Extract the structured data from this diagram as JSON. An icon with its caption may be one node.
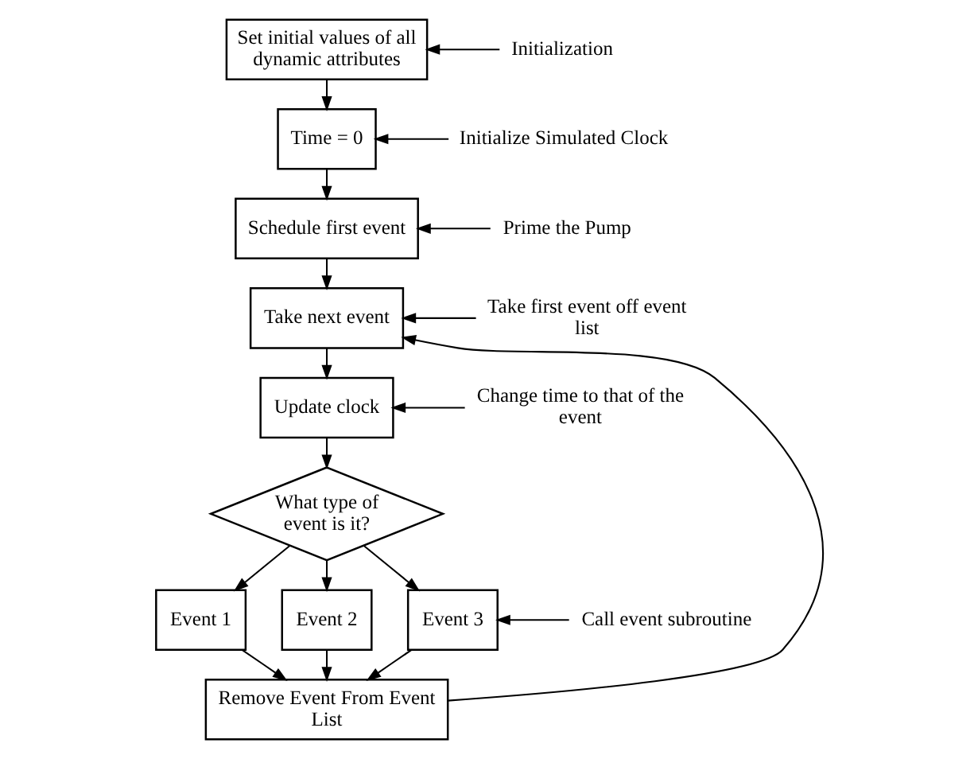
{
  "diagram": {
    "nodes": [
      {
        "text": [
          "Set initial values of all dynamic attributes"
        ]
      },
      {
        "text": [
          "Time = 0"
        ]
      },
      {
        "text": [
          "Schedule first event"
        ]
      },
      {
        "text": [
          "Take next event"
        ]
      },
      {
        "text": [
          "Update clock"
        ]
      },
      {
        "text": [
          "What type of event is it?"
        ]
      },
      {
        "text": [
          "Event 1"
        ]
      },
      {
        "text": [
          "Event 2"
        ]
      },
      {
        "text": [
          "Event 3"
        ]
      },
      {
        "text": [
          "Remove Event From Event List"
        ]
      },
      {
        "text": [
          "Initialization"
        ]
      },
      {
        "text": [
          "Initialize Simulated Clock"
        ]
      },
      {
        "text": [
          "Prime the Pump"
        ]
      },
      {
        "text": [
          "Take first event off event list"
        ]
      },
      {
        "text": [
          "Change time to that of the event"
        ]
      },
      {
        "text": [
          "Call event subroutine"
        ]
      }
    ],
    "edges": [
      {
        "from": 0,
        "to": 1,
        "arrow": "to"
      },
      {
        "from": 1,
        "to": 2,
        "arrow": "to"
      },
      {
        "from": 2,
        "to": 3,
        "arrow": "to"
      },
      {
        "from": 3,
        "to": 4,
        "arrow": "to"
      },
      {
        "from": 4,
        "to": 5,
        "arrow": "to"
      },
      {
        "from": 5,
        "to": 6,
        "arrow": "to"
      },
      {
        "from": 5,
        "to": 7,
        "arrow": "to"
      },
      {
        "from": 5,
        "to": 8,
        "arrow": "to"
      },
      {
        "from": 6,
        "to": 9,
        "arrow": "to"
      },
      {
        "from": 7,
        "to": 9,
        "arrow": "to"
      },
      {
        "from": 8,
        "to": 9,
        "arrow": "to"
      },
      {
        "from": 9,
        "to": 3,
        "arrow": "to"
      },
      {
        "from": 10,
        "to": 0,
        "arrow": "to"
      },
      {
        "from": 11,
        "to": 1,
        "arrow": "to"
      },
      {
        "from": 12,
        "to": 2,
        "arrow": "to"
      },
      {
        "from": 13,
        "to": 3,
        "arrow": "to"
      },
      {
        "from": 14,
        "to": 4,
        "arrow": "to"
      },
      {
        "from": 15,
        "to": 8,
        "arrow": "to"
      }
    ]
  }
}
